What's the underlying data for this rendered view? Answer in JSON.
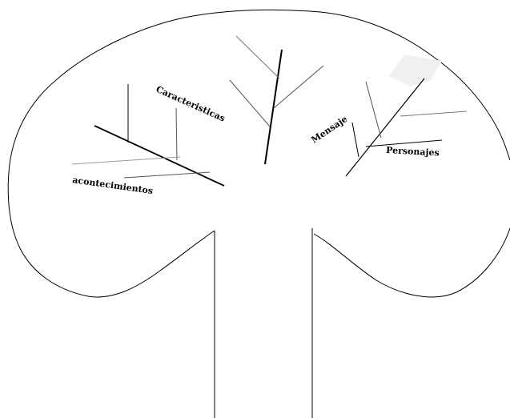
{
  "diagram": {
    "labels": {
      "caracteristicas": "Caracteristicas",
      "acontecimientos": "acontecimientos",
      "mensaje": "Mensaje",
      "personajes": "Personajes"
    },
    "colors": {
      "outline": "#000000",
      "thin_branch": "#555555",
      "faint_branch": "#9a9a9a",
      "highlight": "#f0f0f0"
    }
  }
}
